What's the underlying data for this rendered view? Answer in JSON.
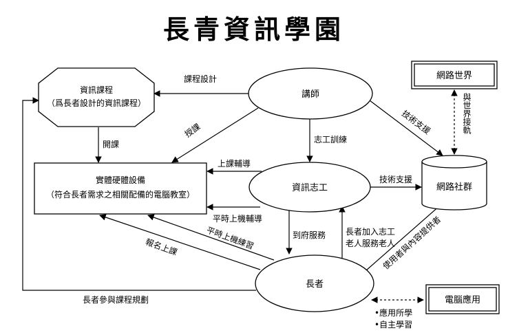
{
  "title": "長青資訊學園",
  "nodes": {
    "course": {
      "line1": "資訊課程",
      "line2": "（爲長者設計的資訊課程）"
    },
    "lecturer": "講師",
    "volunteer": "資訊志工",
    "elders": "長者",
    "classroom": {
      "line1": "實體硬體設備",
      "line2": "（符合長者需求之相關配備的電腦教室）"
    },
    "community": "網路社群",
    "world": "網路世界",
    "computer_apps": "電腦應用"
  },
  "edges": {
    "course_design": "課程設計",
    "teaching": "授課",
    "tech_support_diag": "技術支援",
    "volunteer_training": "志工訓練",
    "open_course": "開課",
    "class_tutoring": "上課輔導",
    "tech_support": "技術支援",
    "daily_tutoring": "平時上機輔導",
    "daily_practice": "平時上機練習",
    "registration": "報名上課",
    "home_service": "到府服務",
    "elders_join_line1": "長者加入志工",
    "elders_join_line2": "老人服務老人",
    "users_provide": "使用者與內容提供者",
    "world_link": "與世界接軌",
    "participate_planning": "長者參與課程規劃"
  },
  "apps_list": [
    "•應用所學",
    "•自主學習"
  ]
}
